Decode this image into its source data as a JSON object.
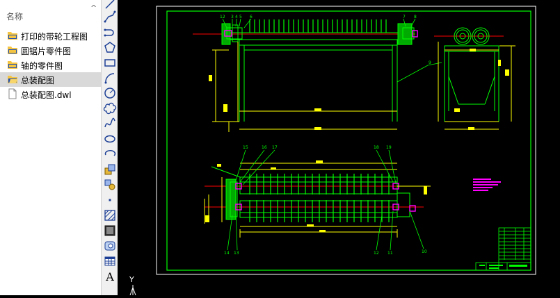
{
  "file_panel": {
    "header": "名称",
    "items": [
      {
        "label": "打印的带轮工程图",
        "type": "folder"
      },
      {
        "label": "圆锯片零件图",
        "type": "folder"
      },
      {
        "label": "轴的零件图",
        "type": "folder"
      },
      {
        "label": "总装配图",
        "type": "folder",
        "selected": true
      },
      {
        "label": "总装配图.dwl",
        "type": "file"
      }
    ]
  },
  "toolbar": {
    "tools": [
      "line-icon",
      "polyline-icon",
      "polyline-arc-icon",
      "polygon-icon",
      "rectangle-icon",
      "arc-icon",
      "circle-icon",
      "revision-cloud-icon",
      "spline-icon",
      "ellipse-icon",
      "ellipse-arc-icon",
      "insert-block-icon",
      "make-block-icon",
      "point-icon",
      "hatch-icon",
      "gradient-icon",
      "region-icon",
      "table-icon",
      "multiline-text-icon"
    ],
    "text_tool_label": "A"
  },
  "drawing": {
    "ucs_y_label": "Y",
    "callouts_top": [
      "12",
      "3",
      "4",
      "5",
      "6",
      "7",
      "8"
    ],
    "callout_side": "9",
    "callouts_plan": [
      "15",
      "16",
      "17",
      "18",
      "19"
    ],
    "callouts_plan_bottom": [
      "14",
      "13",
      "12",
      "11",
      "10"
    ],
    "colors": {
      "frame": "#ffffff",
      "outline": "#00ff00",
      "dimension": "#ffff00",
      "centerline": "#ff0000",
      "highlight": "#ff00ff"
    }
  }
}
